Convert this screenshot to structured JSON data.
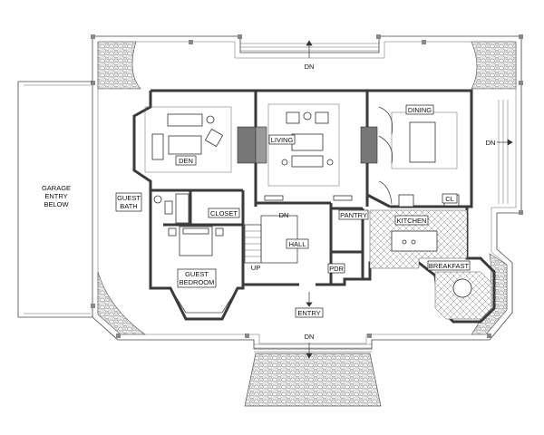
{
  "labels": {
    "den": "DEN",
    "living": "LIVING",
    "dining": "DINING",
    "guest_bath_line1": "GUEST",
    "guest_bath_line2": "BATH",
    "closet": "CLOSET",
    "dn_hall": "DN",
    "pantry": "PANTRY",
    "kitchen": "KITCHEN",
    "cl": "CL",
    "hall": "HALL",
    "up": "UP",
    "pdr": "PDR",
    "breakfast": "BREAKFAST",
    "guest_bedroom_line1": "GUEST",
    "guest_bedroom_line2": "BEDROOM",
    "entry": "ENTRY",
    "garage_line1": "GARAGE",
    "garage_line2": "ENTRY",
    "garage_line3": "BELOW",
    "dn_top": "DN",
    "dn_right": "DN",
    "dn_bottom": "DN"
  },
  "colors": {
    "wall": "#3a3a3a",
    "line": "#444444",
    "stone_fill": "#d9d9d9",
    "kitchen_hatch": "#888888",
    "background": "#ffffff"
  }
}
